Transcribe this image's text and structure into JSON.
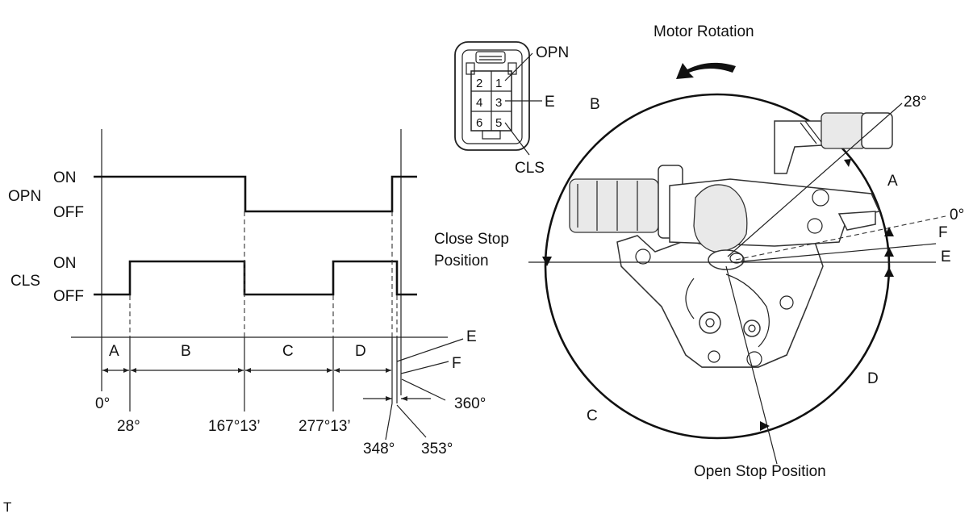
{
  "timing_chart": {
    "signals": [
      {
        "name": "OPN",
        "on_label": "ON",
        "off_label": "OFF"
      },
      {
        "name": "CLS",
        "on_label": "ON",
        "off_label": "OFF"
      }
    ],
    "zones": [
      "A",
      "B",
      "C",
      "D"
    ],
    "angles": [
      "0°",
      "28°",
      "167°13’",
      "277°13’",
      "348°",
      "353°",
      "360°"
    ],
    "callouts": [
      "E",
      "F"
    ]
  },
  "connector": {
    "pins": [
      "2",
      "1",
      "4",
      "3",
      "6",
      "5"
    ],
    "labels": {
      "opn": "OPN",
      "e": "E",
      "cls": "CLS"
    }
  },
  "rotation_diagram": {
    "title": "Motor Rotation",
    "zones": [
      "B",
      "A",
      "D",
      "C"
    ],
    "angle_labels": [
      "28°",
      "0°"
    ],
    "lines": [
      "F",
      "E"
    ],
    "close_stop": [
      "Close Stop",
      "Position"
    ],
    "open_stop": "Open Stop Position"
  },
  "corner_mark": "T"
}
